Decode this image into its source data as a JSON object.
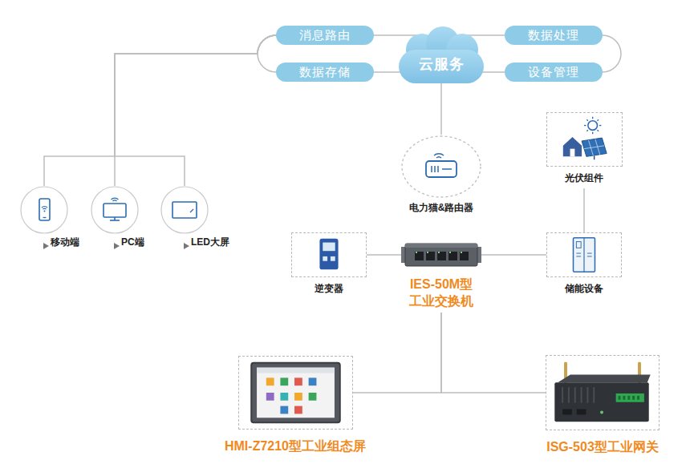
{
  "diagram": {
    "nodes": [
      {
        "text": [
          "消息路由"
        ]
      },
      {
        "text": [
          "云服务"
        ]
      },
      {
        "text": [
          "数据处理"
        ]
      },
      {
        "text": [
          "数据存储"
        ]
      },
      {
        "text": [
          "设备管理"
        ]
      },
      {
        "text": [
          "移动端"
        ]
      },
      {
        "text": [
          "PC端"
        ]
      },
      {
        "text": [
          "LED大屏"
        ]
      },
      {
        "text": [
          "电力猫&路由器"
        ]
      },
      {
        "text": [
          "光伏组件"
        ]
      },
      {
        "text": [
          "逆变器"
        ]
      },
      {
        "text": [
          "IES-50M型 工业交换机"
        ]
      },
      {
        "text": [
          "储能设备"
        ]
      },
      {
        "text": [
          "HMI-Z7210型工业组态屏"
        ]
      },
      {
        "text": [
          "ISG-503型工业网关"
        ]
      }
    ],
    "edges": [
      {
        "from": 0,
        "to": 3,
        "arrow": "none"
      },
      {
        "from": 0,
        "to": 1,
        "arrow": "none"
      },
      {
        "from": 3,
        "to": 1,
        "arrow": "none"
      },
      {
        "from": 1,
        "to": 2,
        "arrow": "none"
      },
      {
        "from": 1,
        "to": 4,
        "arrow": "none"
      },
      {
        "from": 2,
        "to": 4,
        "arrow": "none"
      },
      {
        "from": 0,
        "to": 5,
        "arrow": "none"
      },
      {
        "from": 0,
        "to": 6,
        "arrow": "none"
      },
      {
        "from": 0,
        "to": 7,
        "arrow": "none"
      },
      {
        "from": 1,
        "to": 8,
        "arrow": "none"
      },
      {
        "from": 10,
        "to": 11,
        "arrow": "none"
      },
      {
        "from": 11,
        "to": 12,
        "arrow": "none"
      },
      {
        "from": 9,
        "to": 12,
        "arrow": "none"
      },
      {
        "from": 11,
        "to": 13,
        "arrow": "none"
      },
      {
        "from": 11,
        "to": 14,
        "arrow": "none"
      }
    ]
  }
}
